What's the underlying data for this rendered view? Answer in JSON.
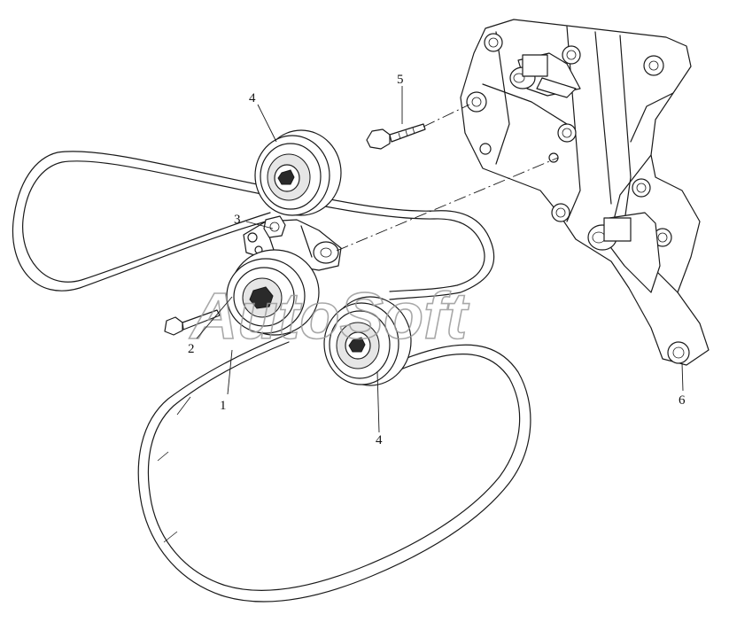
{
  "watermark": "AutoSoft",
  "callouts": [
    {
      "label": "1"
    },
    {
      "label": "2"
    },
    {
      "label": "3"
    },
    {
      "label": "4"
    },
    {
      "label": "4"
    },
    {
      "label": "5"
    },
    {
      "label": "6"
    }
  ],
  "colors": {
    "ink": "#1a1a1a",
    "watermark": "#9a9a9a",
    "background": "#ffffff"
  }
}
